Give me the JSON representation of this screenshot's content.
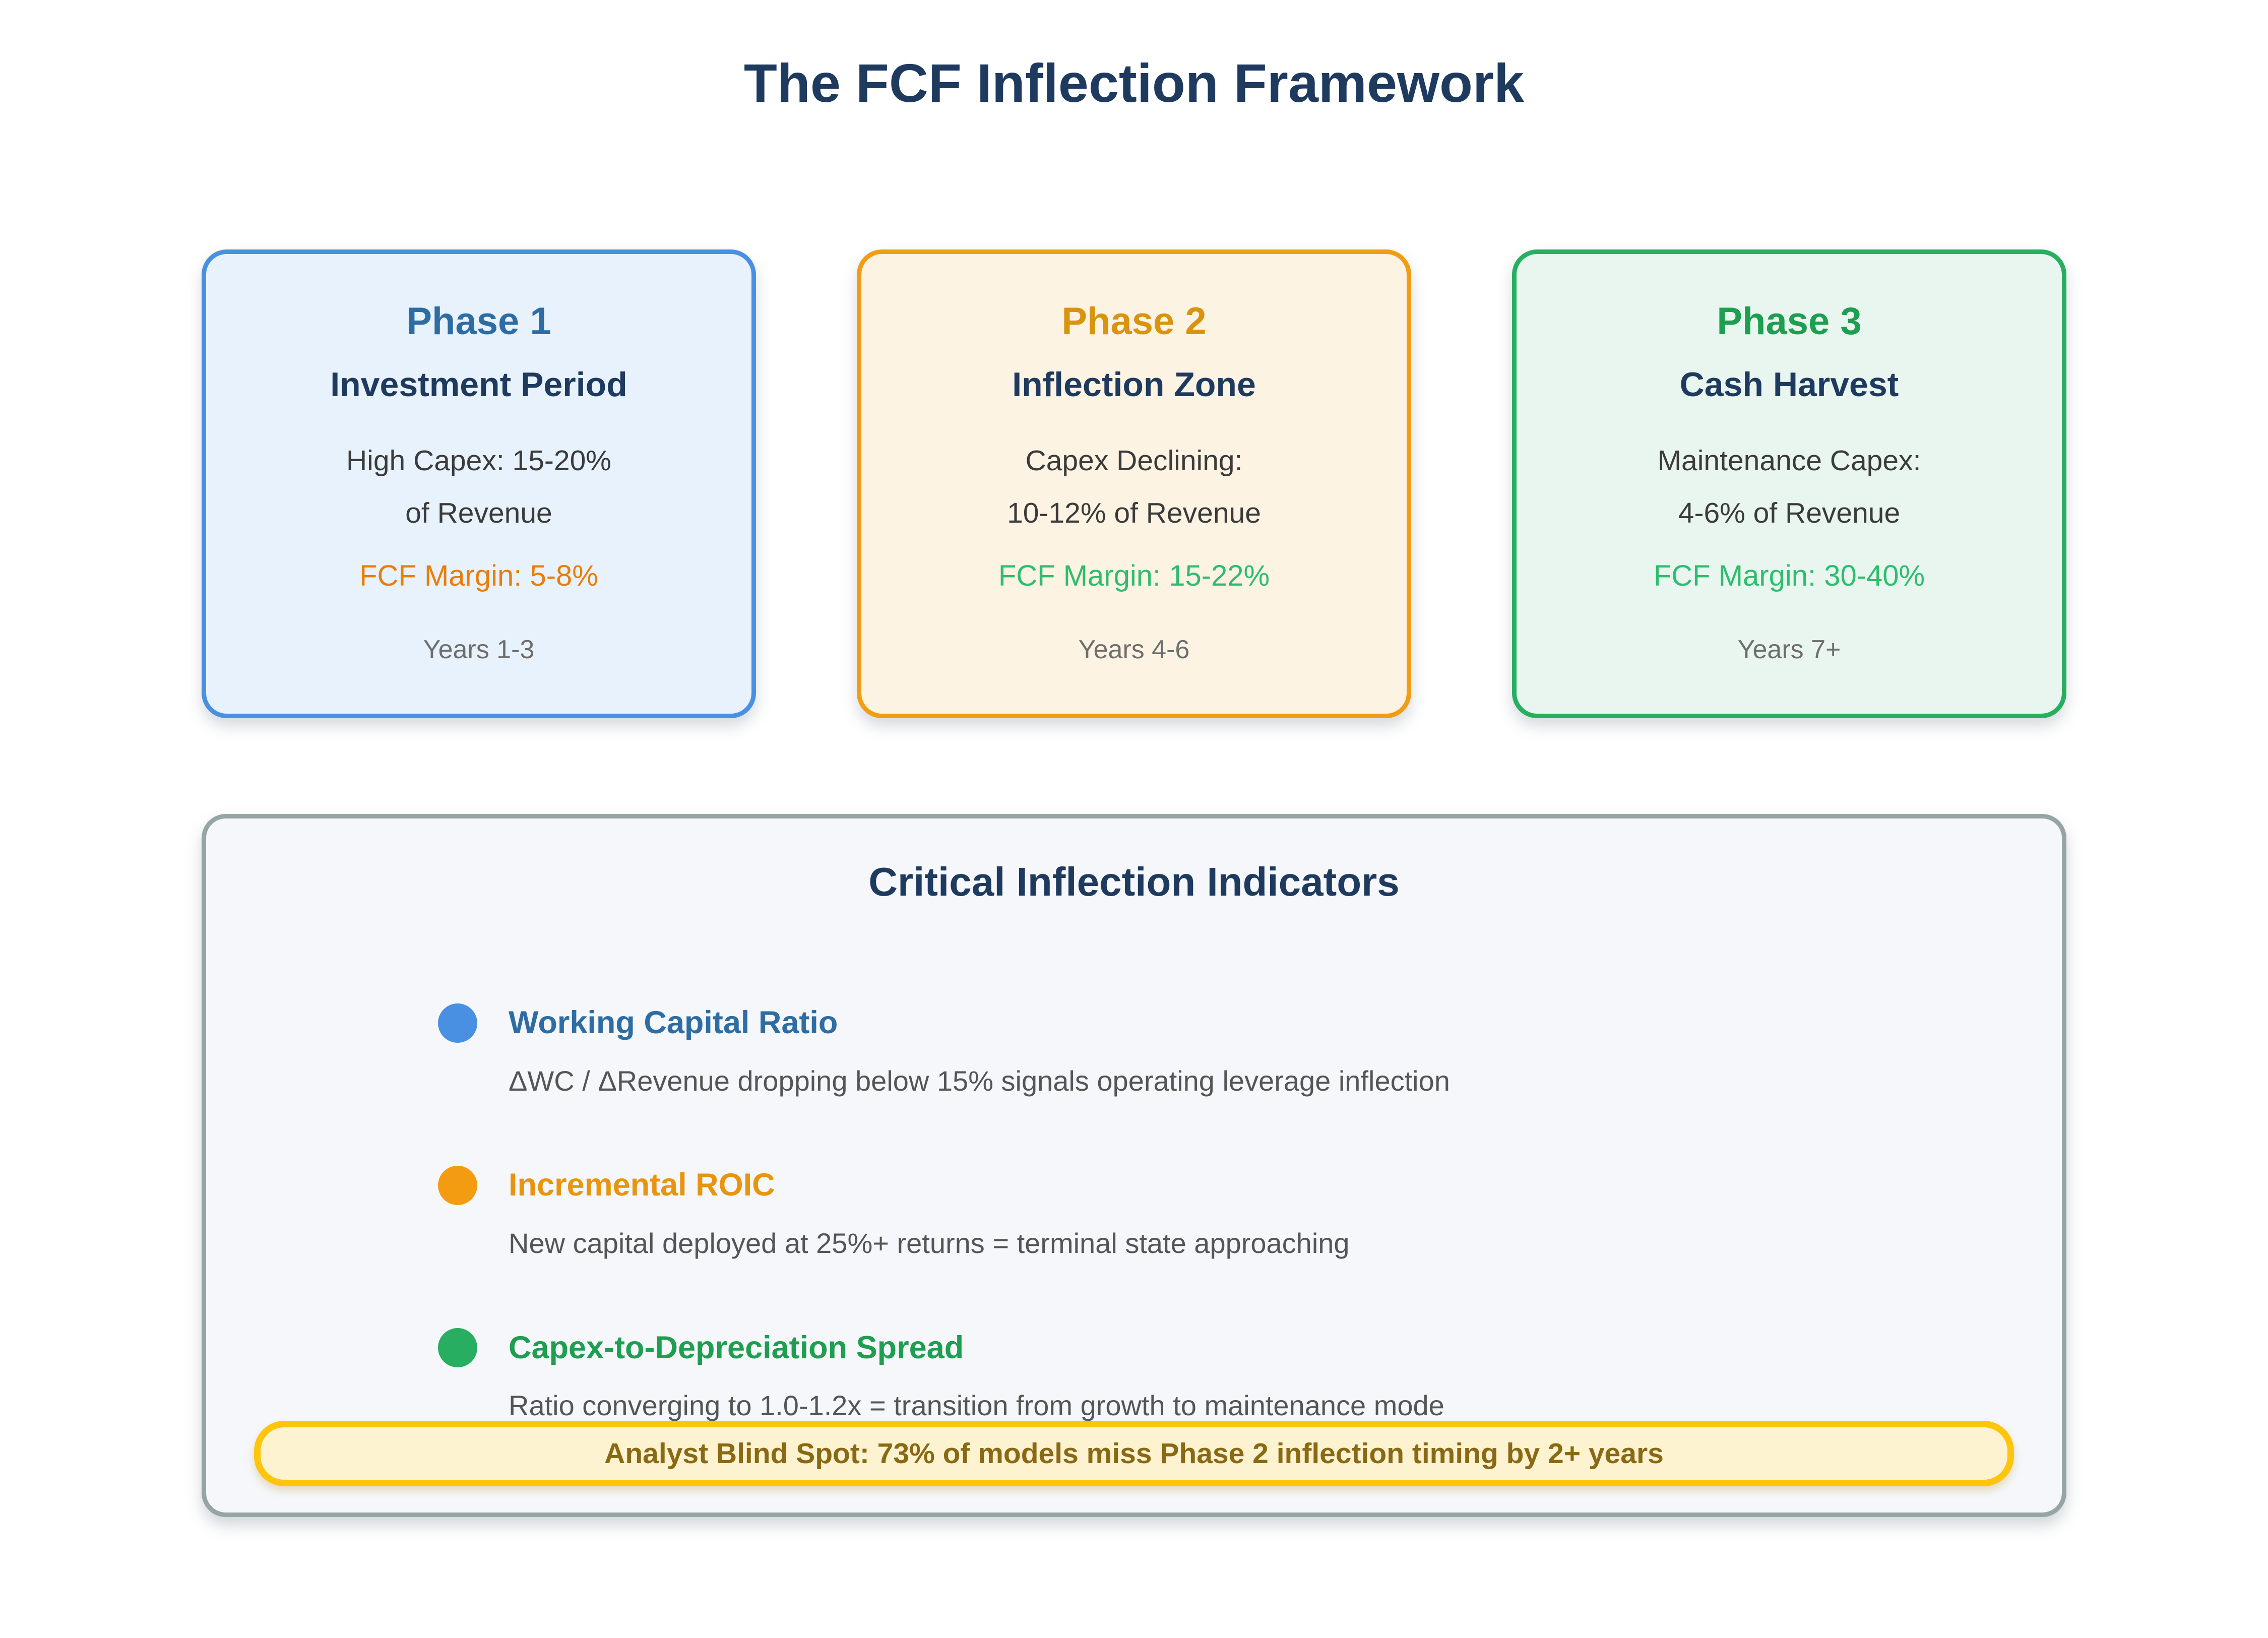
{
  "page": {
    "title": "The FCF Inflection Framework"
  },
  "phases": [
    {
      "phase_label": "Phase 1",
      "name": "Investment Period",
      "capex_line1": "High Capex: 15-20%",
      "capex_line2": "of Revenue",
      "fcf_margin": "FCF Margin: 5-8%",
      "years": "Years 1-3",
      "colors": {
        "border": "#4a90e2",
        "background": "#e8f2fd",
        "phase_label": "#2e6da4",
        "name": "#1e3a5f",
        "fcf_margin": "#e87e0a"
      }
    },
    {
      "phase_label": "Phase 2",
      "name": "Inflection Zone",
      "capex_line1": "Capex Declining:",
      "capex_line2": "10-12% of Revenue",
      "fcf_margin": "FCF Margin: 15-22%",
      "years": "Years 4-6",
      "colors": {
        "border": "#f19d13",
        "background": "#fdf3e3",
        "phase_label": "#d8940f",
        "name": "#1e3a5f",
        "fcf_margin": "#2ebd6e"
      }
    },
    {
      "phase_label": "Phase 3",
      "name": "Cash Harvest",
      "capex_line1": "Maintenance Capex:",
      "capex_line2": "4-6% of Revenue",
      "fcf_margin": "FCF Margin: 30-40%",
      "years": "Years 7+",
      "colors": {
        "border": "#27ae60",
        "background": "#e9f6ef",
        "phase_label": "#1e9e50",
        "name": "#1e3a5f",
        "fcf_margin": "#2ebd6e"
      }
    }
  ],
  "indicators": {
    "title": "Critical Inflection Indicators",
    "panel_colors": {
      "border": "#95a5a6",
      "background": "#f5f7fa"
    },
    "items": [
      {
        "heading": "Working Capital Ratio",
        "description": "ΔWC / ΔRevenue dropping below 15% signals operating leverage inflection",
        "dot_color": "#4a90e2",
        "heading_color": "#2e6da4"
      },
      {
        "heading": "Incremental ROIC",
        "description": "New capital deployed at 25%+ returns = terminal state approaching",
        "dot_color": "#f39c12",
        "heading_color": "#e8940c"
      },
      {
        "heading": "Capex-to-Depreciation Spread",
        "description": "Ratio converging to 1.0-1.2x = transition from growth to maintenance mode",
        "dot_color": "#27ae60",
        "heading_color": "#1e9e50"
      }
    ],
    "callout": {
      "text": "Analyst Blind Spot: 73% of models miss Phase 2 inflection timing by 2+ years",
      "colors": {
        "border": "#ffc40c",
        "background": "#fdf3d0",
        "text": "#8a6914"
      }
    }
  }
}
